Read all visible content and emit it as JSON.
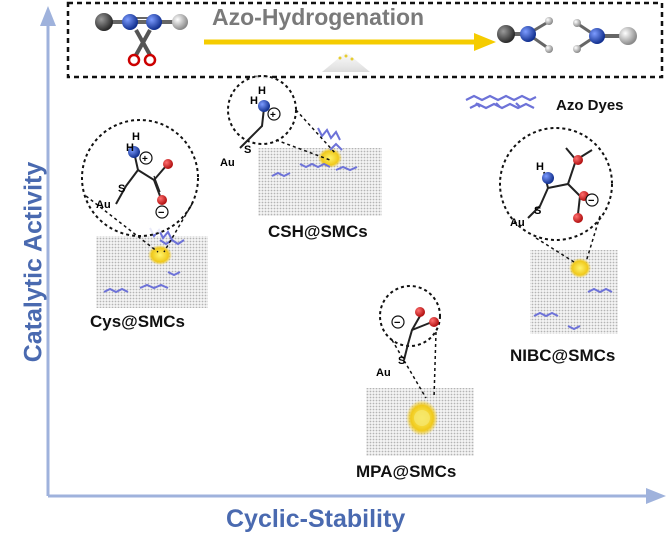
{
  "axes": {
    "y_label": "Catalytic Activity",
    "x_label": "Cyclic-Stability"
  },
  "reaction": {
    "title": "Azo-Hydrogenation"
  },
  "legend": {
    "label": "Azo Dyes"
  },
  "catalysts": [
    {
      "name": "Cys@SMCs"
    },
    {
      "name": "CSH@SMCs"
    },
    {
      "name": "NIBC@SMCs"
    },
    {
      "name": "MPA@SMCs"
    }
  ],
  "atom_labels": {
    "gold": "Au",
    "sulfur": "S",
    "hydrogen": "H"
  },
  "colors": {
    "axis": "#7f96cc",
    "axis_text": "#4a6ab0",
    "arrow": "#f5cc00",
    "nitrogen": "#1f3fa8",
    "oxygen": "#d81e1e",
    "carbon": "#3a3a3a",
    "dye": "#6d72d8",
    "cluster": "#f2e020"
  }
}
